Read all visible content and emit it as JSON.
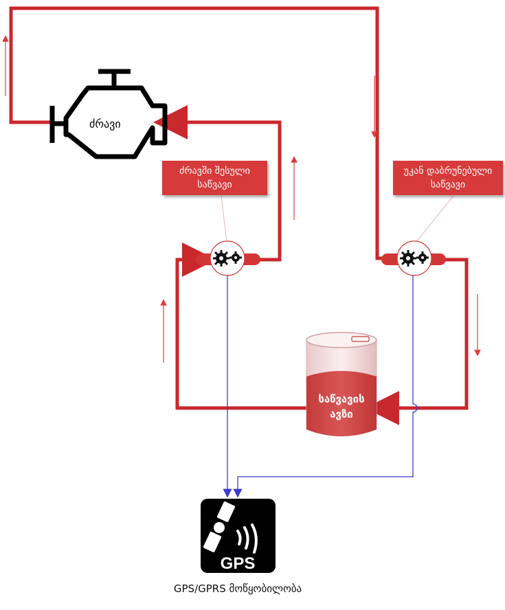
{
  "nodes": {
    "engine": "ძრავი",
    "inlet_label": [
      "ძრავში შესული",
      "საწვავი"
    ],
    "return_label": [
      "უკან დაბრუნებული",
      "საწვავი"
    ],
    "tank": [
      "საწვავის",
      "ავზი"
    ],
    "gps_badge": "GPS",
    "device_caption": "GPS/GPRS მოწყობილობა"
  },
  "colors": {
    "pipe": "#c9282d",
    "signal_line": "#3b3bd0",
    "label_bg": "#d63a3a",
    "tank_fill": "#d04848",
    "gps_bg": "#000000"
  },
  "icons": [
    "engine-icon",
    "gear-icon",
    "satellite-icon",
    "arrow-icon"
  ]
}
